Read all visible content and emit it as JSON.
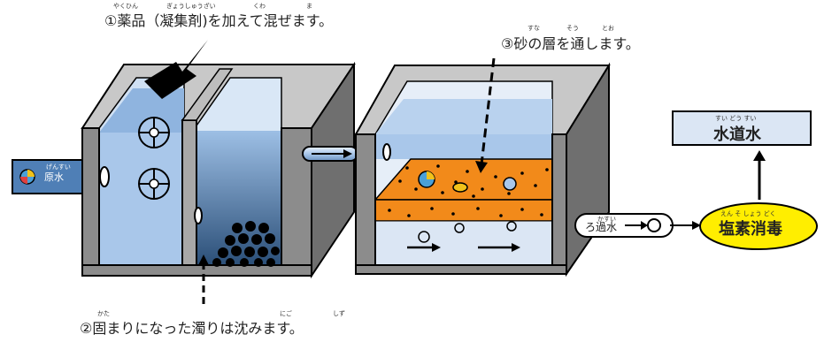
{
  "labels": {
    "step1": "①薬品（凝集剤)を加えて混ぜます。",
    "step1_ruby_a": "やくひん",
    "step1_ruby_b": "ぎょうしゅうざい",
    "step1_ruby_c": "くわ",
    "step1_ruby_d": "ま",
    "step2": "②固まりになった濁りは沈みます。",
    "step2_ruby_a": "かた",
    "step2_ruby_b": "にご",
    "step2_ruby_c": "しず",
    "step3": "③砂の層を通します。",
    "step3_ruby_a": "すな",
    "step3_ruby_b": "そう",
    "step3_ruby_c": "とお",
    "raw_water": "原水",
    "raw_water_ruby": "げんすい",
    "filtered_water": "ろ過水",
    "filtered_ruby": "かすい",
    "tap_water": "水道水",
    "tap_ruby": "すい どう すい",
    "chlorine": "塩素消毒",
    "chlorine_ruby": "えん そ しょう どく"
  },
  "colors": {
    "water_blue": "#a9c7ea",
    "water_dark": "#3f6e99",
    "sand_orange": "#f28a1a",
    "tank_gray": "#9a9a9a",
    "tap_box": "#dbe6f4",
    "chlorine_yellow": "#ffee00"
  }
}
